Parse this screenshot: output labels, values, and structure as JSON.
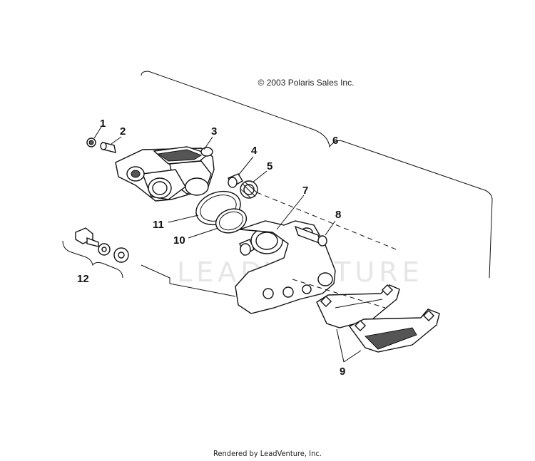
{
  "copyright": "© 2003 Polaris Sales Inc.",
  "watermark": "LEADVENTURE",
  "footer": "Rendered by LeadVenture, Inc.",
  "callouts": [
    "1",
    "2",
    "3",
    "4",
    "5",
    "6",
    "7",
    "8",
    "9",
    "10",
    "11",
    "12"
  ]
}
